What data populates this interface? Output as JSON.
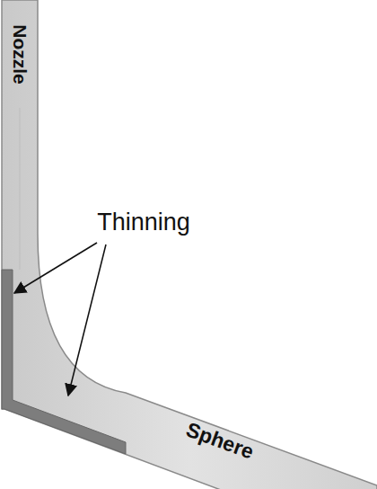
{
  "diagram": {
    "labels": [
      "Nozzle",
      "Thinning",
      "Sphere"
    ]
  }
}
